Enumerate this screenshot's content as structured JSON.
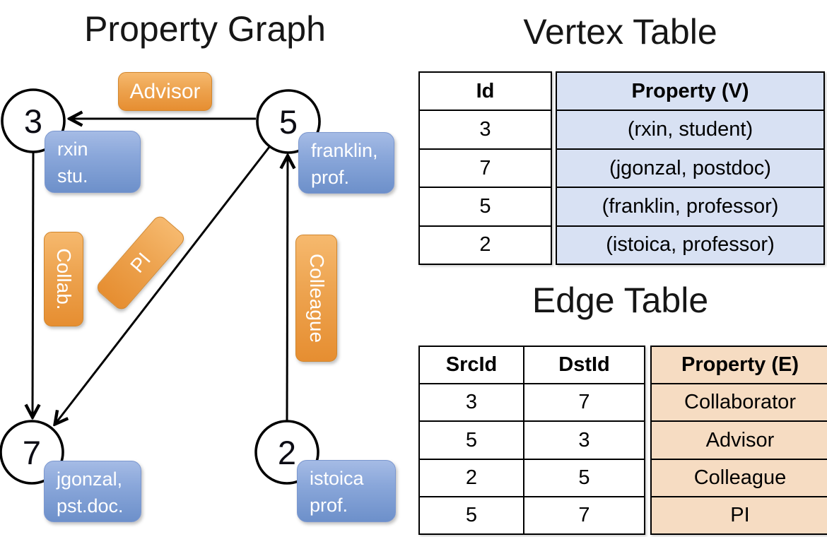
{
  "titles": {
    "graph": "Property Graph",
    "vertex": "Vertex Table",
    "edge": "Edge Table"
  },
  "colors": {
    "edge_label_orange": "#eda34f",
    "vertex_label_blue": "#84a3d6",
    "vertex_table_fill": "#d8e1f3",
    "edge_table_fill": "#f6dcc2",
    "line_color": "#000000"
  },
  "graph": {
    "nodes": [
      {
        "id": "3",
        "prop_line1": "rxin",
        "prop_line2": "stu."
      },
      {
        "id": "5",
        "prop_line1": "franklin,",
        "prop_line2": "prof."
      },
      {
        "id": "7",
        "prop_line1": "jgonzal,",
        "prop_line2": "pst.doc."
      },
      {
        "id": "2",
        "prop_line1": "istoica",
        "prop_line2": "prof."
      }
    ],
    "edge_labels": {
      "advisor": "Advisor",
      "collab": "Collab.",
      "pi": "PI",
      "colleague": "Colleague"
    },
    "edges": [
      {
        "src": "5",
        "dst": "3",
        "label": "Advisor"
      },
      {
        "src": "3",
        "dst": "7",
        "label": "Collab."
      },
      {
        "src": "5",
        "dst": "7",
        "label": "PI"
      },
      {
        "src": "2",
        "dst": "5",
        "label": "Colleague"
      }
    ]
  },
  "vertex_table": {
    "columns": {
      "id": "Id",
      "property": "Property (V)"
    },
    "rows": [
      {
        "id": "3",
        "property": "(rxin, student)"
      },
      {
        "id": "7",
        "property": "(jgonzal, postdoc)"
      },
      {
        "id": "5",
        "property": "(franklin, professor)"
      },
      {
        "id": "2",
        "property": "(istoica, professor)"
      }
    ]
  },
  "edge_table": {
    "columns": {
      "src": "SrcId",
      "dst": "DstId",
      "property": "Property (E)"
    },
    "rows": [
      {
        "src": "3",
        "dst": "7",
        "property": "Collaborator"
      },
      {
        "src": "5",
        "dst": "3",
        "property": "Advisor"
      },
      {
        "src": "2",
        "dst": "5",
        "property": "Colleague"
      },
      {
        "src": "5",
        "dst": "7",
        "property": "PI"
      }
    ]
  }
}
